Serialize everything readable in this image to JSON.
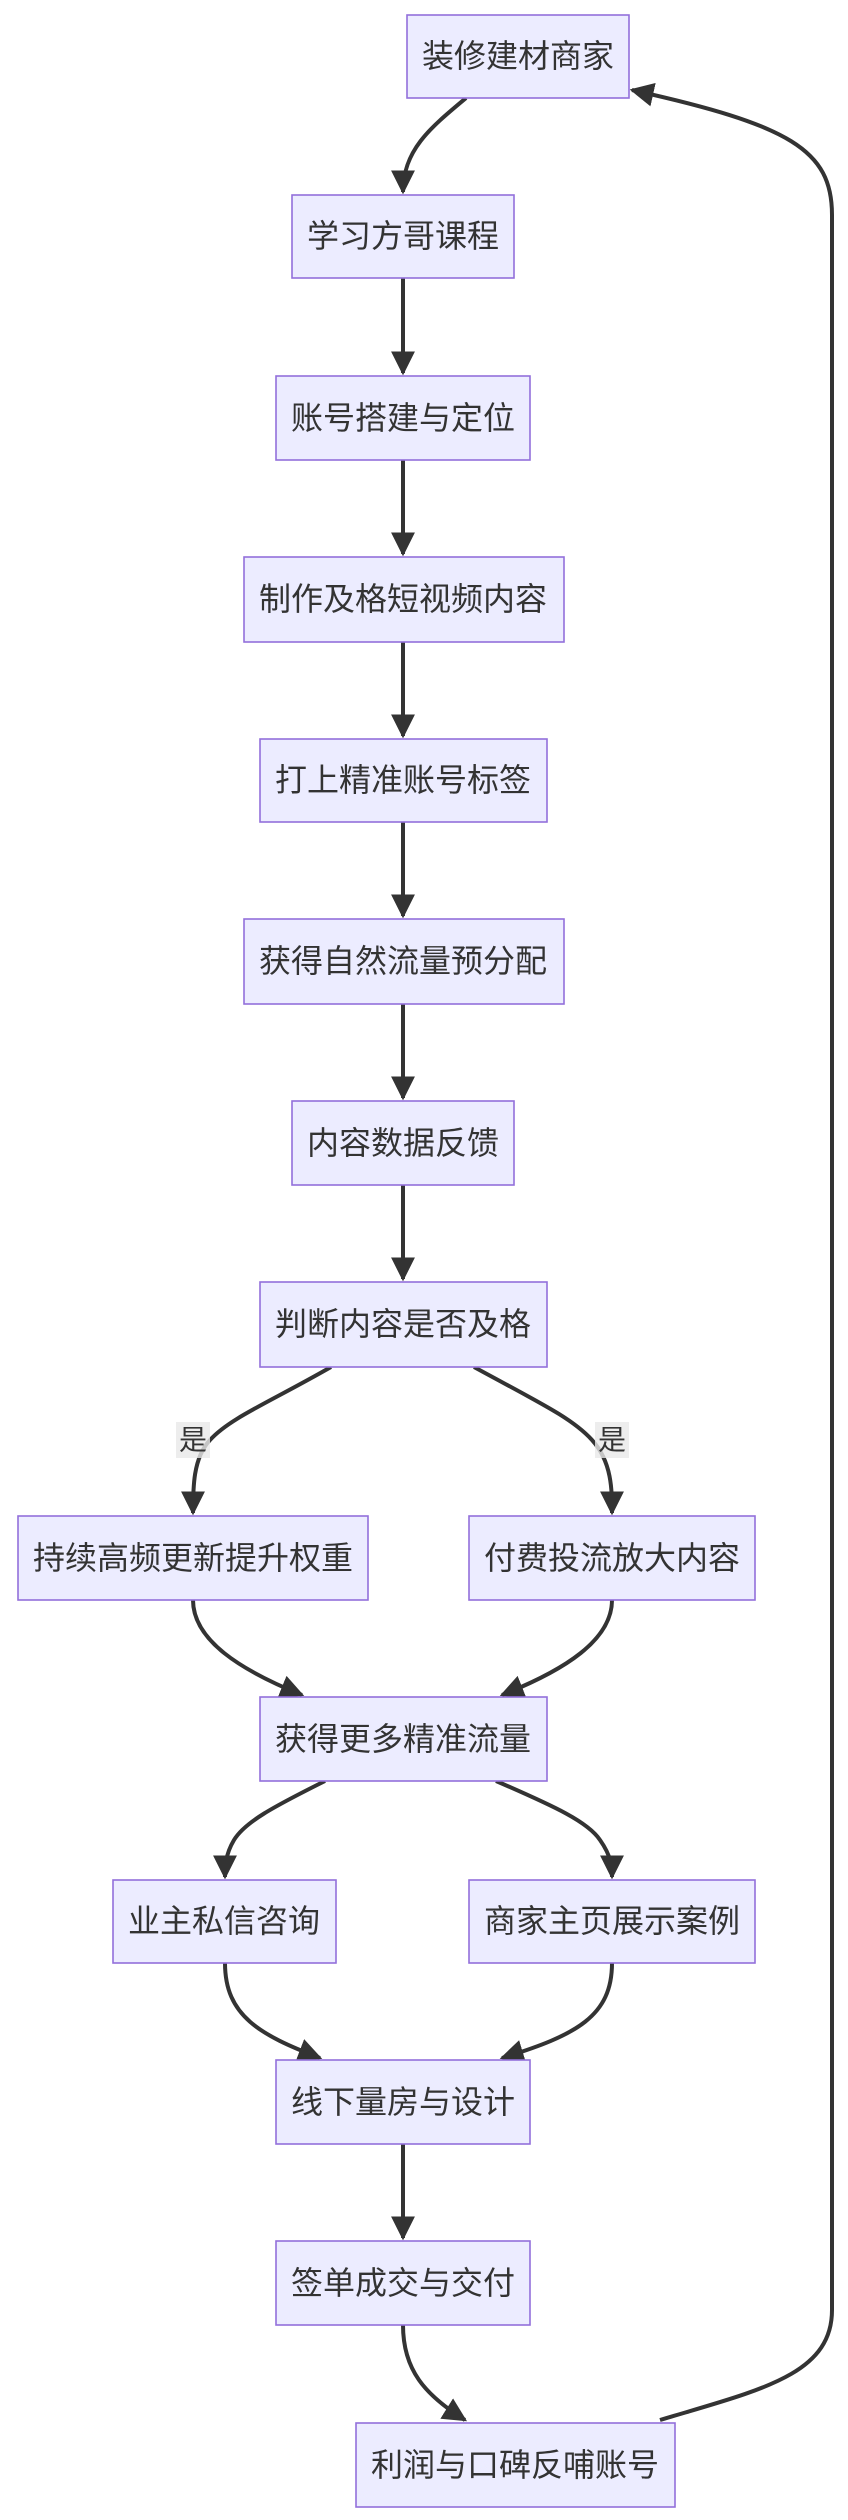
{
  "diagram": {
    "type": "flowchart",
    "direction": "top-down",
    "node_fill": "#ECECFF",
    "node_stroke": "#9370DB",
    "edge_color": "#333333",
    "nodes": {
      "n1": "装修建材商家",
      "n2": "学习方哥课程",
      "n3": "账号搭建与定位",
      "n4": "制作及格短视频内容",
      "n5": "打上精准账号标签",
      "n6": "获得自然流量预分配",
      "n7": "内容数据反馈",
      "n8": "判断内容是否及格",
      "n9": "持续高频更新提升权重",
      "n10": "付费投流放大内容",
      "n11": "获得更多精准流量",
      "n12": "业主私信咨询",
      "n13": "商家主页展示案例",
      "n14": "线下量房与设计",
      "n15": "签单成交与交付",
      "n16": "利润与口碑反哺账号"
    },
    "edge_labels": {
      "yes_left": "是",
      "yes_right": "是"
    },
    "edges": [
      [
        "n1",
        "n2"
      ],
      [
        "n2",
        "n3"
      ],
      [
        "n3",
        "n4"
      ],
      [
        "n4",
        "n5"
      ],
      [
        "n5",
        "n6"
      ],
      [
        "n6",
        "n7"
      ],
      [
        "n7",
        "n8"
      ],
      [
        "n8",
        "n9"
      ],
      [
        "n8",
        "n10"
      ],
      [
        "n9",
        "n11"
      ],
      [
        "n10",
        "n11"
      ],
      [
        "n11",
        "n12"
      ],
      [
        "n11",
        "n13"
      ],
      [
        "n12",
        "n14"
      ],
      [
        "n13",
        "n14"
      ],
      [
        "n14",
        "n15"
      ],
      [
        "n15",
        "n16"
      ],
      [
        "n16",
        "n1"
      ]
    ]
  }
}
